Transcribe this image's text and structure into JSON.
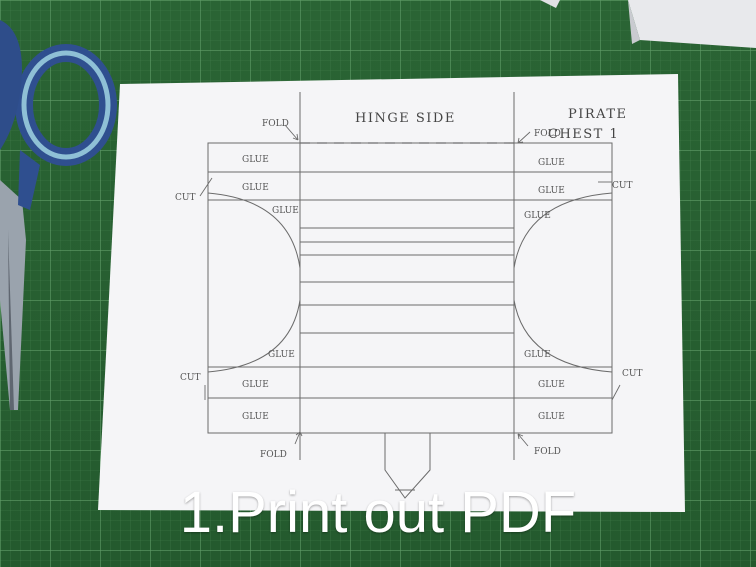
{
  "caption": "1.Print out PDF",
  "template": {
    "hinge_label": "HINGE SIDE",
    "title_line1": "PIRATE",
    "title_line2": "CHEST 1",
    "fold_label": "FOLD",
    "cut_label": "CUT",
    "glue_label": "GLUE"
  },
  "colors": {
    "mat": "#2f6a3a",
    "paper": "#f4f4f6",
    "pencil": "#6b6b6b",
    "caption": "#ffffff"
  }
}
